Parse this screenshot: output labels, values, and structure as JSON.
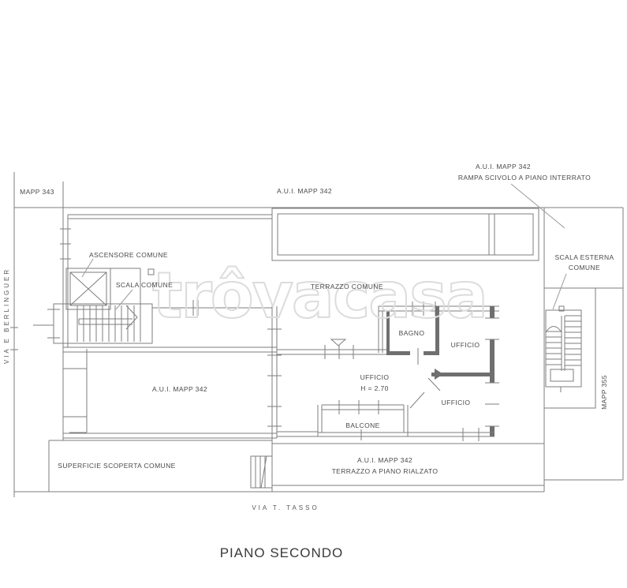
{
  "floorplan": {
    "title": "PIANO SECONDO",
    "watermark": "trôvacasa",
    "streets": {
      "west": "VIA E BERLINGUER",
      "south": "VIA T. TASSO"
    },
    "parcels": {
      "northwest": "MAPP 343",
      "east": "MAPP 355",
      "north": "A.U.I. MAPP 342",
      "ramp_line1": "A.U.I. MAPP 342",
      "ramp_line2": "RAMPA SCIVOLO A PIANO INTERRATO",
      "south_terrace_line1": "A.U.I. MAPP 342",
      "south_terrace_line2": "TERRAZZO A PIANO RIALZATO"
    },
    "rooms": {
      "ascensore": "ASCENSORE COMUNE",
      "scala": "SCALA COMUNE",
      "terrazzo": "TERRAZZO COMUNE",
      "scala_esterna_line1": "SCALA ESTERNA",
      "scala_esterna_line2": "COMUNE",
      "bagno": "BAGNO",
      "ufficio_nord": "UFFICIO",
      "ufficio_centro": "UFFICIO",
      "ufficio_centro_h": "H = 2.70",
      "ufficio_sud": "UFFICIO",
      "unita_principale": "A.U.I. MAPP 342",
      "balcone": "BALCONE",
      "superficie_scoperta": "SUPERFICIE SCOPERTA COMUNE"
    }
  }
}
